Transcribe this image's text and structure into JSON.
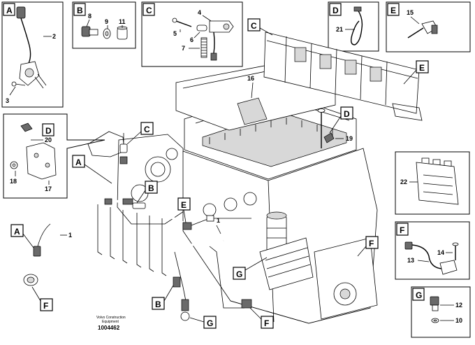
{
  "callouts": {
    "A": "A",
    "B": "B",
    "C": "C",
    "D": "D",
    "E": "E",
    "F": "F",
    "G": "G"
  },
  "parts": {
    "p1": "1",
    "p2": "2",
    "p3": "3",
    "p4": "4",
    "p5": "5",
    "p6": "6",
    "p7": "7",
    "p8": "8",
    "p9": "9",
    "p10": "10",
    "p11": "11",
    "p12": "12",
    "p13": "13",
    "p14": "14",
    "p15": "15",
    "p16": "16",
    "p17": "17",
    "p18": "18",
    "p19": "19",
    "p20": "20",
    "p21": "21",
    "p22": "22"
  },
  "footer": {
    "brand_line1": "Volvo Construction",
    "brand_line2": "Equipment",
    "drawing_number": "1004462"
  }
}
